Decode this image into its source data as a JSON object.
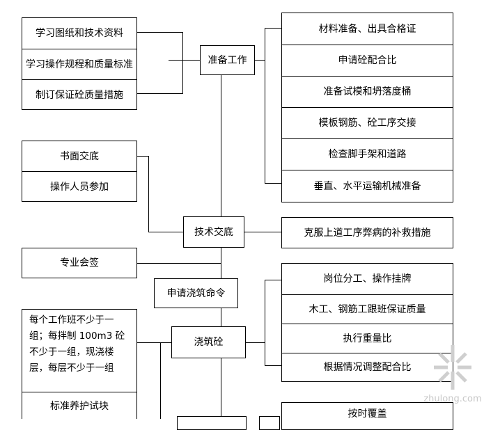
{
  "diagram": {
    "left_group_1": [
      "学习图纸和技术资料",
      "学习操作规程和质量标准",
      "制订保证砼质量措施"
    ],
    "left_group_2": [
      "书面交底",
      "操作人员参加"
    ],
    "left_box_3": "专业会签",
    "left_box_4_text": "每个工作班不少于一组；每拌制 100m3 砼不少于一组，现浇楼层，每层不少于一组",
    "left_box_4_footer": "标准养护试块",
    "center_nodes": {
      "prepare": "准备工作",
      "tech_disclosure": "技术交底",
      "apply_order": "申请浇筑命令",
      "pour": "浇筑砼"
    },
    "right_group_1": [
      "材料准备、出具合格证",
      "申请砼配合比",
      "准备试模和坍落度桶",
      "模板钢筋、砼工序交接",
      "检查脚手架和道路",
      "垂直、水平运输机械准备"
    ],
    "right_box_2": "克服上道工序弊病的补救措施",
    "right_group_3": [
      "岗位分工、操作挂牌",
      "木工、钢筋工跟班保证质量",
      "执行重量比",
      "根据情况调整配合比"
    ],
    "right_box_4": "按时覆盖"
  },
  "watermark": {
    "text": "zhulong.com"
  }
}
